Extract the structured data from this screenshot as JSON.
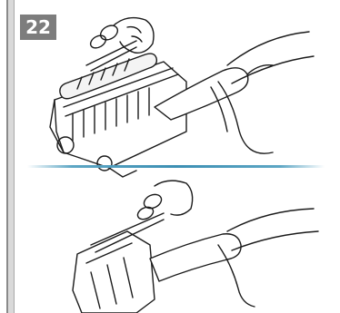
{
  "step": {
    "number": "22"
  },
  "colors": {
    "badge": "#7d7d7d",
    "divider": "#3c8fb3",
    "line_art": "#1a1a1a"
  },
  "illustrations": [
    {
      "name": "cutting-hair-from-brushroll",
      "icon": "scissors-and-brushroll-illustration"
    },
    {
      "name": "cutting-hair-from-wand",
      "icon": "scissors-and-wand-illustration"
    }
  ]
}
